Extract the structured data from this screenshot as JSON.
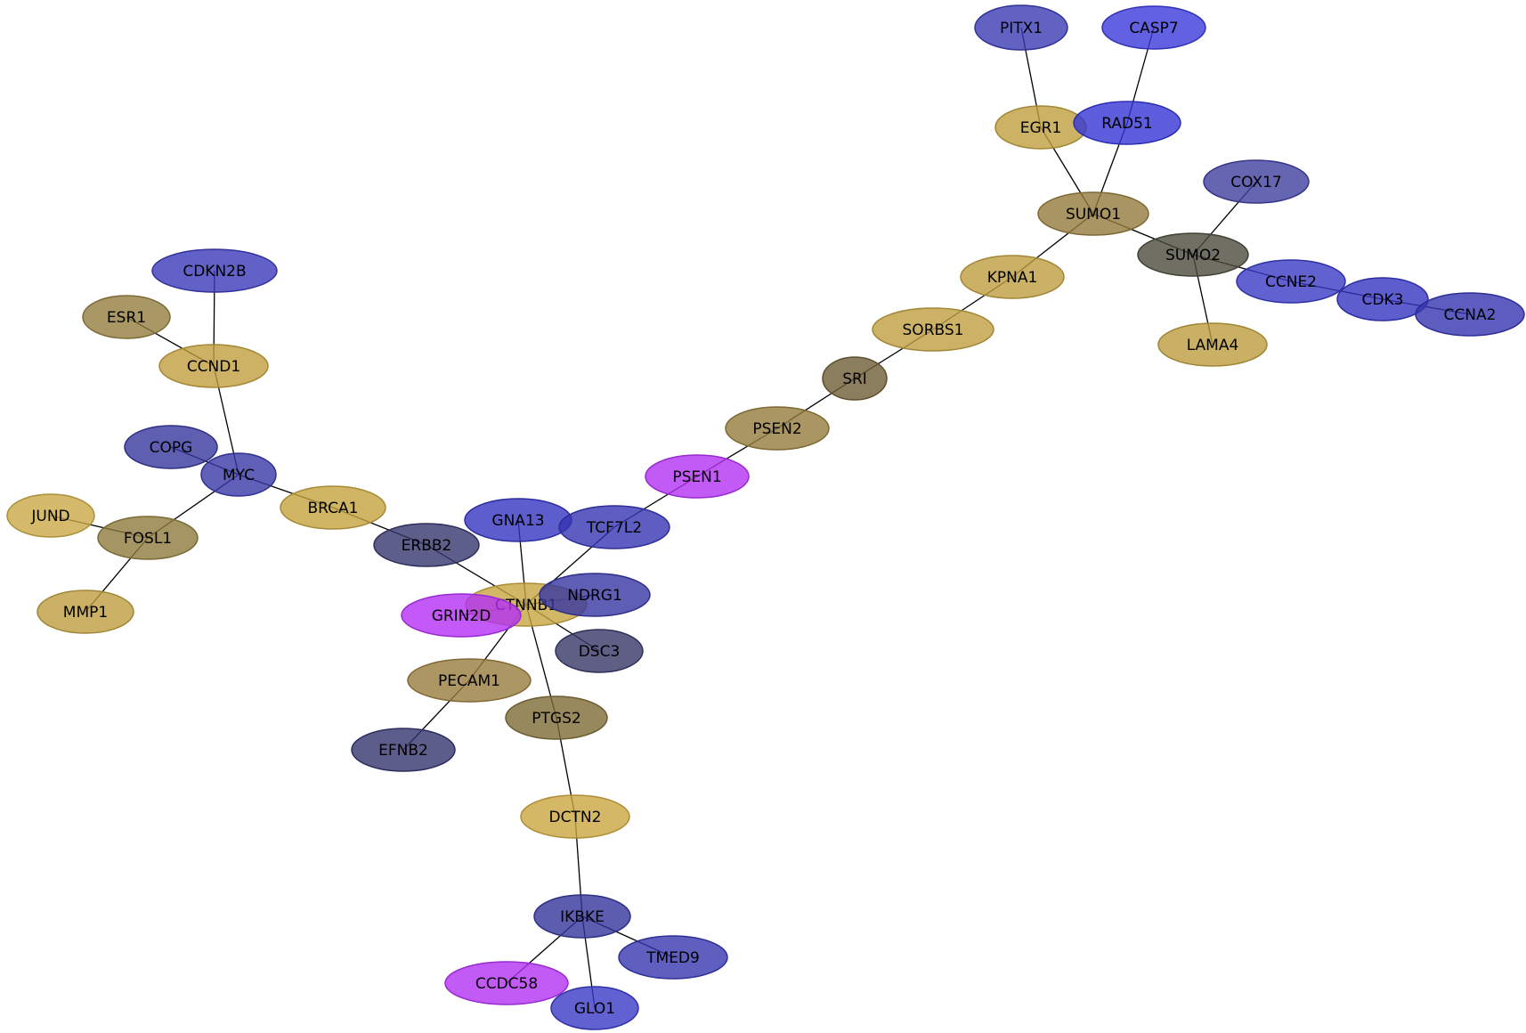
{
  "nodes": [
    {
      "id": "PITX1",
      "label": "PITX1",
      "color": "#3b3bb3"
    },
    {
      "id": "CASP7",
      "label": "CASP7",
      "color": "#3a3ad9"
    },
    {
      "id": "EGR1",
      "label": "EGR1",
      "color": "#bf9f3f"
    },
    {
      "id": "RAD51",
      "label": "RAD51",
      "color": "#3434d5"
    },
    {
      "id": "COX17",
      "label": "COX17",
      "color": "#3f3f9e"
    },
    {
      "id": "SUMO1",
      "label": "SUMO1",
      "color": "#947b3c"
    },
    {
      "id": "SUMO2",
      "label": "SUMO2",
      "color": "#4b4b3d"
    },
    {
      "id": "KPNA1",
      "label": "KPNA1",
      "color": "#bd9e40"
    },
    {
      "id": "CCNE2",
      "label": "CCNE2",
      "color": "#3939c3"
    },
    {
      "id": "CDK3",
      "label": "CDK3",
      "color": "#3535c2"
    },
    {
      "id": "CCNA2",
      "label": "CCNA2",
      "color": "#3535b0"
    },
    {
      "id": "SORBS1",
      "label": "SORBS1",
      "color": "#bf9f41"
    },
    {
      "id": "LAMA4",
      "label": "LAMA4",
      "color": "#bc9c3e"
    },
    {
      "id": "SRI",
      "label": "SRI",
      "color": "#6e5e36"
    },
    {
      "id": "PSEN2",
      "label": "PSEN2",
      "color": "#947c3c"
    },
    {
      "id": "PSEN1",
      "label": "PSEN1",
      "color": "#b331f4"
    },
    {
      "id": "CDKN2B",
      "label": "CDKN2B",
      "color": "#3a3ab9"
    },
    {
      "id": "ESR1",
      "label": "ESR1",
      "color": "#937d3f"
    },
    {
      "id": "CCND1",
      "label": "CCND1",
      "color": "#c09f3e"
    },
    {
      "id": "COPG",
      "label": "COPG",
      "color": "#37379e"
    },
    {
      "id": "MYC",
      "label": "MYC",
      "color": "#3838a8"
    },
    {
      "id": "BRCA1",
      "label": "BRCA1",
      "color": "#c4a23f"
    },
    {
      "id": "JUND",
      "label": "JUND",
      "color": "#c9a945"
    },
    {
      "id": "FOSL1",
      "label": "FOSL1",
      "color": "#8e7b3d"
    },
    {
      "id": "ERBB2",
      "label": "ERBB2",
      "color": "#36366e"
    },
    {
      "id": "GNA13",
      "label": "GNA13",
      "color": "#3535c0"
    },
    {
      "id": "TCF7L2",
      "label": "TCF7L2",
      "color": "#3535b3"
    },
    {
      "id": "MMP1",
      "label": "MMP1",
      "color": "#bd9e3f"
    },
    {
      "id": "CTNNB1",
      "label": "CTNNB1",
      "color": "#c7a640"
    },
    {
      "id": "NDRG1",
      "label": "NDRG1",
      "color": "#3636a2"
    },
    {
      "id": "GRIN2D",
      "label": "GRIN2D",
      "color": "#b430f5"
    },
    {
      "id": "DSC3",
      "label": "DSC3",
      "color": "#373768"
    },
    {
      "id": "PECAM1",
      "label": "PECAM1",
      "color": "#977d3d"
    },
    {
      "id": "PTGS2",
      "label": "PTGS2",
      "color": "#7d6c36"
    },
    {
      "id": "EFNB2",
      "label": "EFNB2",
      "color": "#34346e"
    },
    {
      "id": "DCTN2",
      "label": "DCTN2",
      "color": "#cba63f"
    },
    {
      "id": "IKBKE",
      "label": "IKBKE",
      "color": "#35359b"
    },
    {
      "id": "TMED9",
      "label": "TMED9",
      "color": "#3737b0"
    },
    {
      "id": "CCDC58",
      "label": "CCDC58",
      "color": "#b331f4"
    },
    {
      "id": "GLO1",
      "label": "GLO1",
      "color": "#3939c6"
    }
  ],
  "edges": [
    [
      "PITX1",
      "EGR1"
    ],
    [
      "CASP7",
      "RAD51"
    ],
    [
      "EGR1",
      "SUMO1"
    ],
    [
      "RAD51",
      "SUMO1"
    ],
    [
      "SUMO1",
      "SUMO2"
    ],
    [
      "SUMO1",
      "KPNA1"
    ],
    [
      "COX17",
      "SUMO2"
    ],
    [
      "SUMO2",
      "CCNE2"
    ],
    [
      "SUMO2",
      "LAMA4"
    ],
    [
      "CCNE2",
      "CDK3"
    ],
    [
      "CDK3",
      "CCNA2"
    ],
    [
      "KPNA1",
      "SORBS1"
    ],
    [
      "SORBS1",
      "SRI"
    ],
    [
      "SRI",
      "PSEN2"
    ],
    [
      "PSEN2",
      "PSEN1"
    ],
    [
      "PSEN1",
      "TCF7L2"
    ],
    [
      "TCF7L2",
      "CTNNB1"
    ],
    [
      "GNA13",
      "CTNNB1"
    ],
    [
      "ERBB2",
      "CTNNB1"
    ],
    [
      "BRCA1",
      "ERBB2"
    ],
    [
      "MYC",
      "BRCA1"
    ],
    [
      "CCND1",
      "MYC"
    ],
    [
      "CDKN2B",
      "CCND1"
    ],
    [
      "ESR1",
      "CCND1"
    ],
    [
      "COPG",
      "MYC"
    ],
    [
      "MYC",
      "FOSL1"
    ],
    [
      "JUND",
      "FOSL1"
    ],
    [
      "FOSL1",
      "MMP1"
    ],
    [
      "CTNNB1",
      "NDRG1"
    ],
    [
      "CTNNB1",
      "GRIN2D"
    ],
    [
      "CTNNB1",
      "DSC3"
    ],
    [
      "CTNNB1",
      "PECAM1"
    ],
    [
      "CTNNB1",
      "PTGS2"
    ],
    [
      "PECAM1",
      "EFNB2"
    ],
    [
      "PTGS2",
      "DCTN2"
    ],
    [
      "DCTN2",
      "IKBKE"
    ],
    [
      "IKBKE",
      "TMED9"
    ],
    [
      "IKBKE",
      "CCDC58"
    ],
    [
      "IKBKE",
      "GLO1"
    ]
  ]
}
